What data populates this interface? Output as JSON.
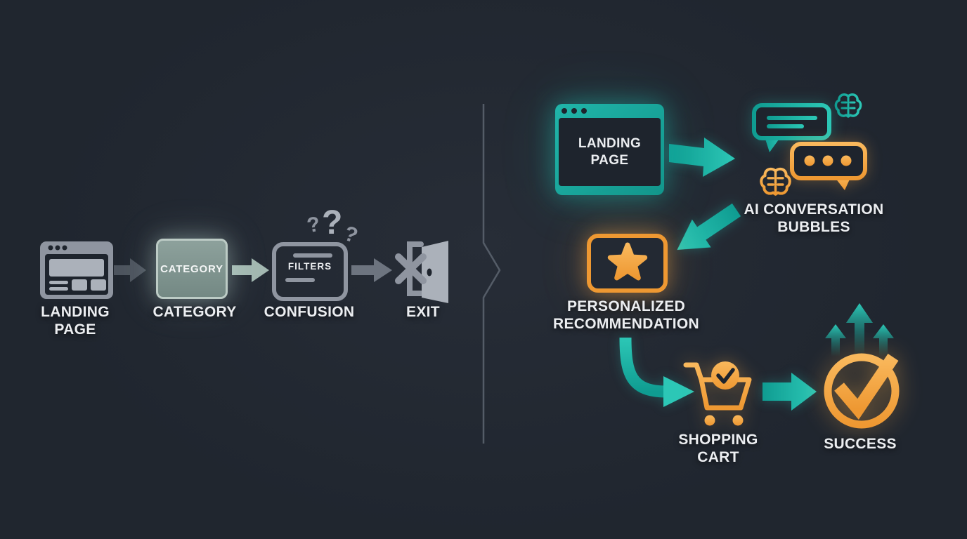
{
  "colors": {
    "background": "#20262f",
    "background_light": "#272d37",
    "dark_panel": "#1e242d",
    "text": "#eceef1",
    "grey_icon": "#8f95a0",
    "grey_icon_light": "#abb1ba",
    "grey_arrow_dark": "#4d545e",
    "grey_arrow": "#6d747f",
    "sage": "#a3b8b1",
    "sage_border": "#bccbc5",
    "teal": "#0f9c91",
    "teal_light": "#2cc7b6",
    "orange": "#ee9832",
    "orange_light": "#f9b85c",
    "divider": "#5a626d"
  },
  "left_flow": {
    "steps": [
      {
        "icon": "browser-window-icon",
        "label_lines": [
          "LANDING",
          "PAGE"
        ]
      },
      {
        "icon": "category-box",
        "box_text": "CATEGORY",
        "label_lines": [
          "CATEGORY"
        ]
      },
      {
        "icon": "filters-panel-icon",
        "box_text": "FILTERS",
        "question_marks": [
          "?",
          "?",
          "?"
        ],
        "label_lines": [
          "CONFUSION"
        ]
      },
      {
        "icon": "exit-door-icon",
        "label_lines": [
          "EXIT"
        ]
      }
    ]
  },
  "right_flow": {
    "landing_window": {
      "icon": "browser-window-icon",
      "text_lines": [
        "LANDING",
        "PAGE"
      ]
    },
    "ai_bubbles": {
      "icons": [
        "chat-bubble-icon",
        "chat-bubble-dots-icon",
        "brain-icon",
        "brain-icon"
      ],
      "label_lines": [
        "AI CONVERSATION",
        "BUBBLES"
      ]
    },
    "recommendation": {
      "icon": "star-card-icon",
      "label_lines": [
        "PERSONALIZED",
        "RECOMMENDATION"
      ]
    },
    "shopping_cart": {
      "icon": "cart-check-icon",
      "label_lines": [
        "SHOPPING",
        "CART"
      ]
    },
    "success": {
      "icon": "check-circle-growth-icon",
      "label_lines": [
        "SUCCESS"
      ]
    }
  }
}
